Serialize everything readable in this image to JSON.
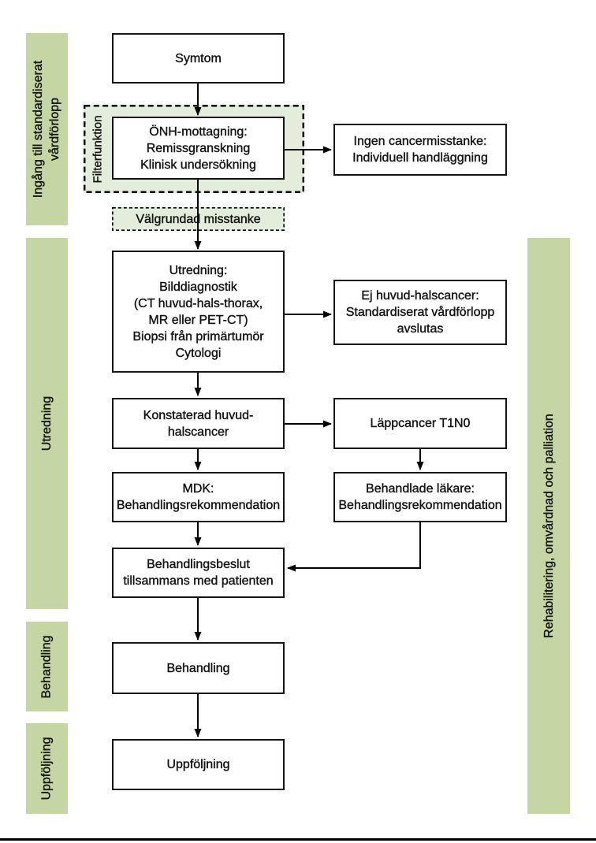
{
  "colors": {
    "band": "#c5d5a3",
    "panel": "#e4ecdb",
    "line": "#000000"
  },
  "bands": {
    "ingang": "Ingång till standardiserat\nvårdförlopp",
    "utredning": "Utredning",
    "behandling": "Behandling",
    "uppfoljning": "Uppföljning",
    "rehab": "Rehabilitering, omvårdnad och palliation"
  },
  "flow": {
    "symtom": "Symtom",
    "filter_label": "Filterfunktion",
    "onh": "ÖNH-mottagning:\nRemissgranskning\nKlinisk undersökning",
    "ingen_cancer": "Ingen cancermisstanke:\nIndividuell handläggning",
    "valgrundad": "Välgrundad misstanke",
    "utredning": "Utredning:\nBilddiagnostik\n(CT huvud-hals-thorax,\nMR eller PET-CT)\nBiopsi från primärtumör\nCytologi",
    "ej_cancer": "Ej huvud-halscancer:\nStandardiserat vårdförlopp\navslutas",
    "konstaterad": "Konstaterad huvud-\nhalscancer",
    "lappcancer": "Läppcancer T1N0",
    "mdk": "MDK:\nBehandlingsrekommendation",
    "lakare": "Behandlade läkare:\nBehandlingsrekommendation",
    "beslut": "Behandlingsbeslut\ntillsammans med patienten",
    "behandling": "Behandling",
    "uppfoljning": "Uppföljning"
  }
}
